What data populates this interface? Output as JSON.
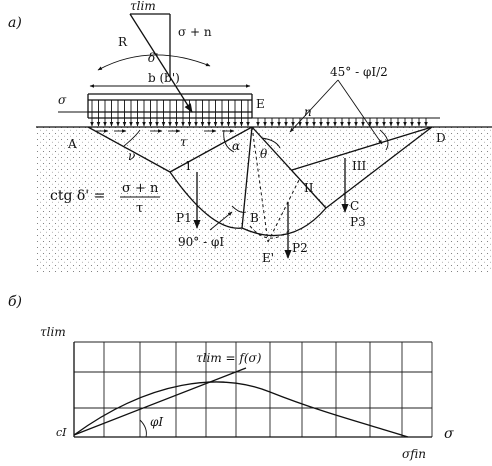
{
  "panel_a": {
    "panel_label": "а)",
    "tau_lim": "τlim",
    "R": "R",
    "sigma_plus_n": "σ + n",
    "delta": "δ'",
    "b_label": "b (b')",
    "sigma": "σ",
    "n": "n",
    "point_E": "E",
    "point_A": "A",
    "point_D": "D",
    "point_B": "B",
    "point_C": "C",
    "point_E_prime": "E'",
    "nu": "ν",
    "tau": "τ",
    "alpha": "α",
    "theta": "θ",
    "zone_I": "I",
    "zone_II": "II",
    "zone_III": "III",
    "P1": "P1",
    "P2": "P2",
    "P3": "P3",
    "angle_top": "45° - φI/2",
    "angle_bottom": "90° - φI",
    "formula_lhs": "ctg δ' =",
    "formula_num": "σ + n",
    "formula_den": "τ"
  },
  "panel_b": {
    "panel_label": "б)",
    "y_axis": "τlim",
    "x_axis": "σ",
    "curve_label": "τlim = f(σ)",
    "c_label": "cI",
    "phi_label": "φI",
    "sigma_fin": "σfin"
  }
}
